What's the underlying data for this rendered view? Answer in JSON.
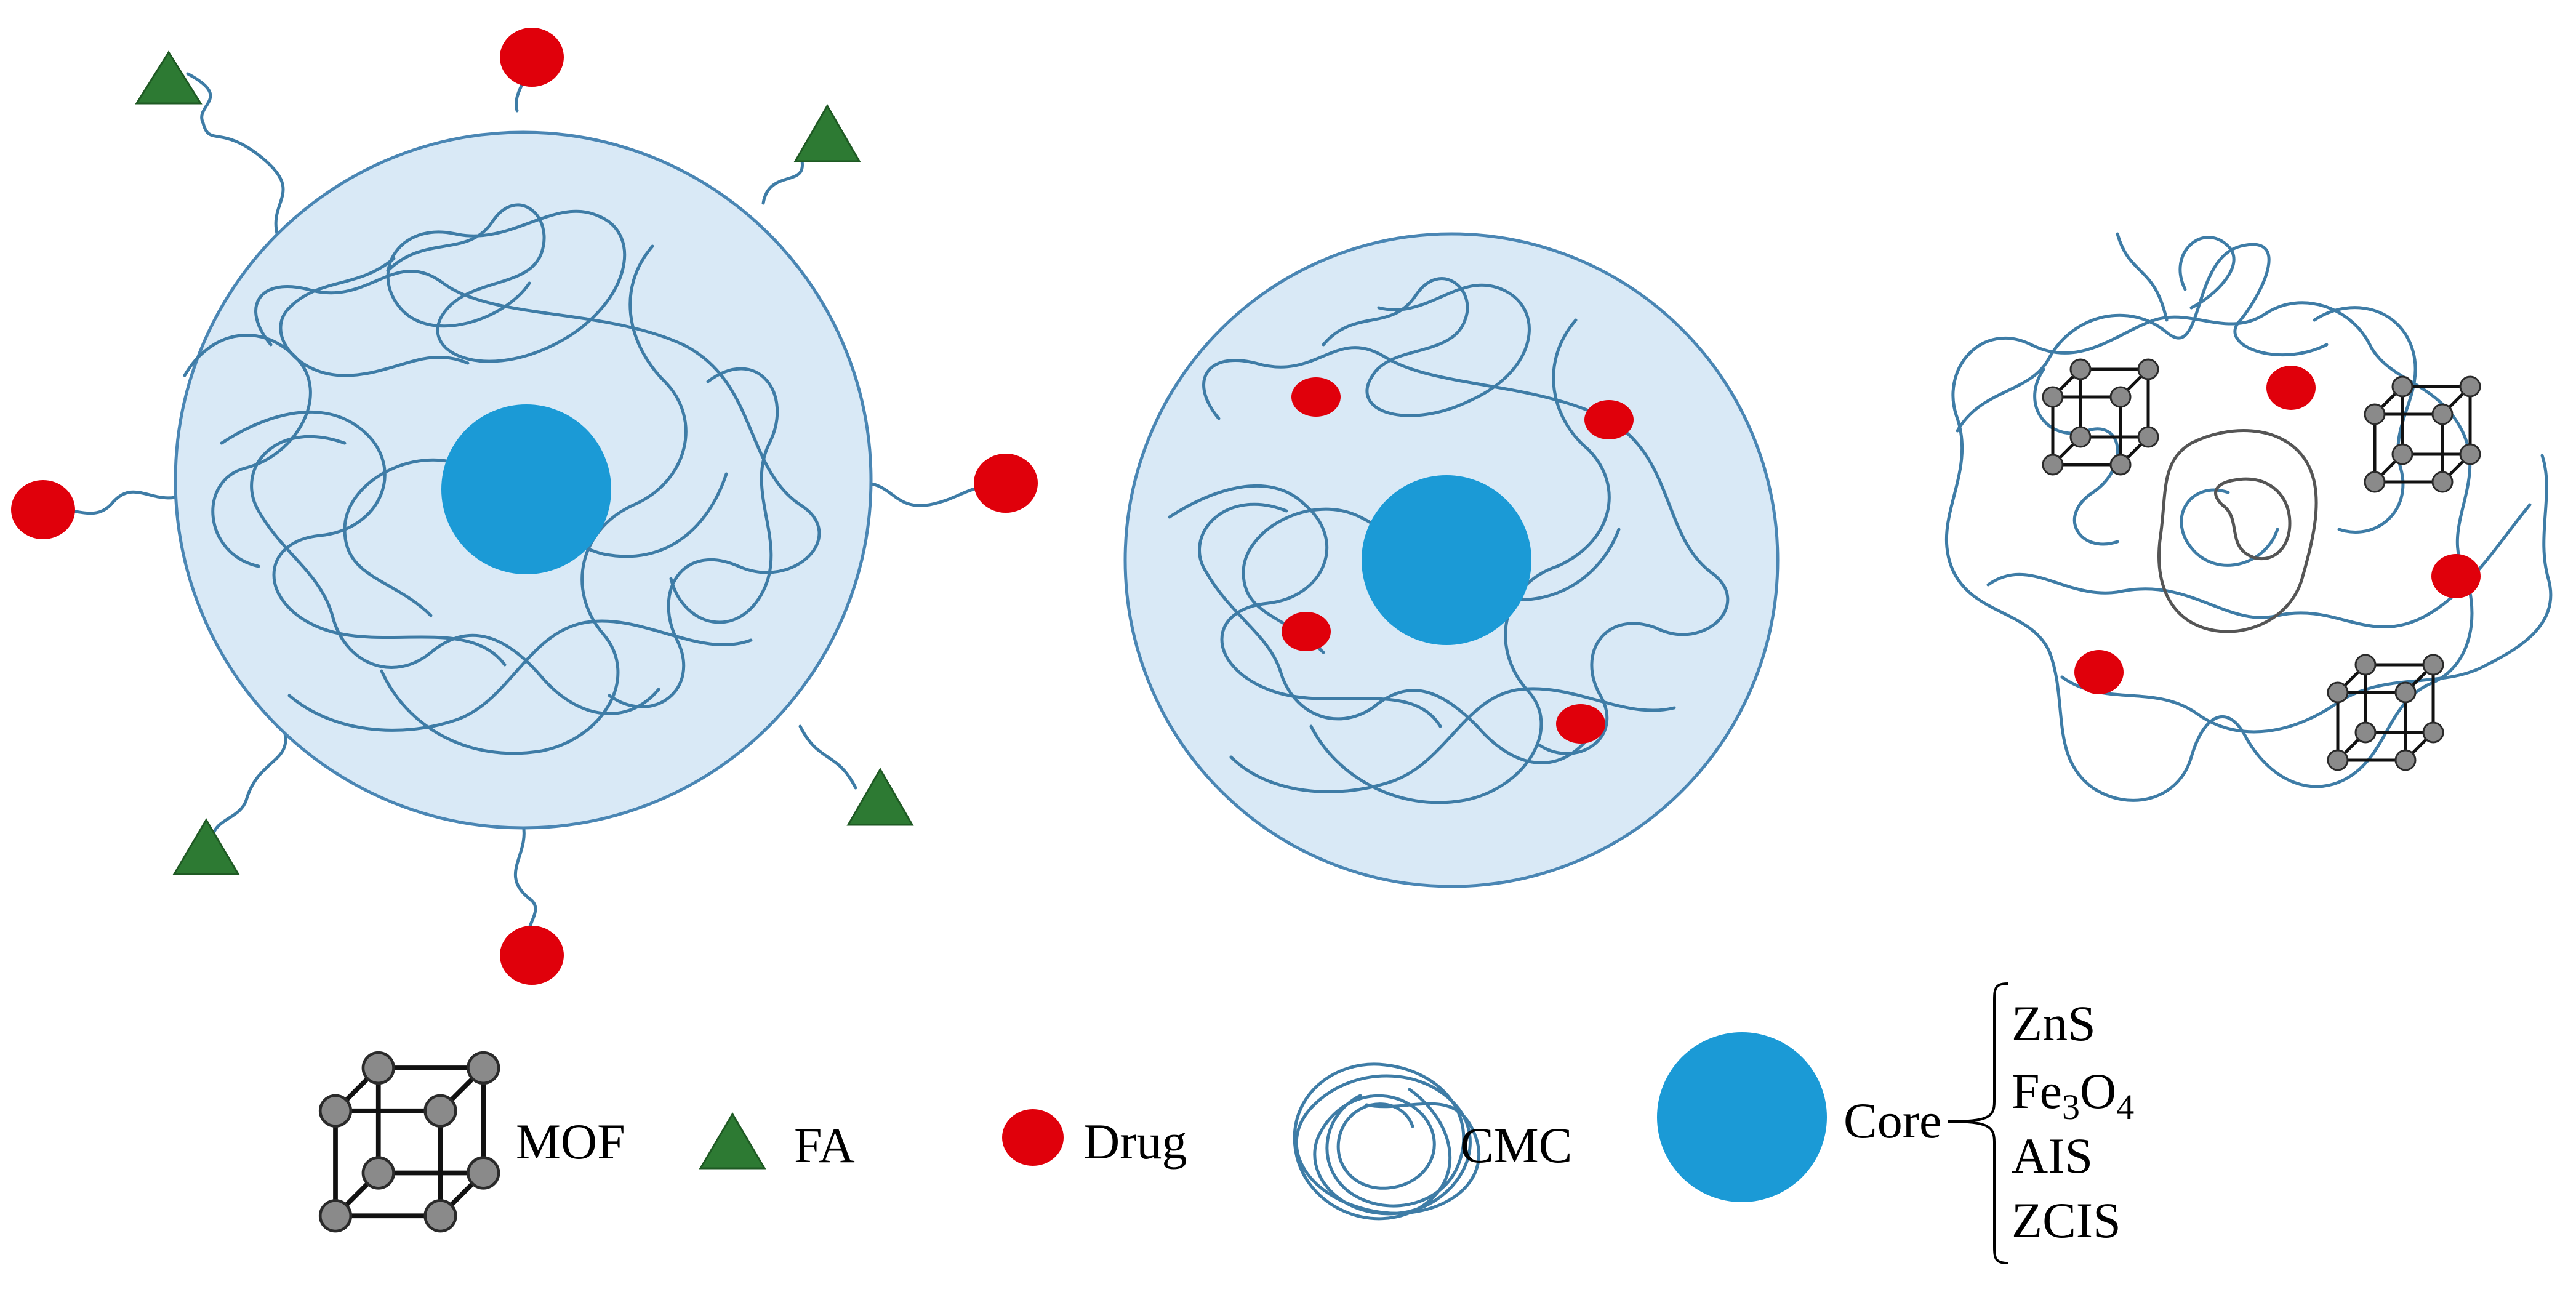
{
  "legend": {
    "mof_label": "MOF",
    "fa_label": "FA",
    "drug_label": "Drug",
    "cmc_label": "CMC",
    "core_label": "Core",
    "core_types": [
      "ZnS",
      "Fe3O4",
      "AIS",
      "ZCIS"
    ]
  },
  "colors": {
    "shell_fill": "#d9e9f6",
    "shell_stroke": "#4a86b4",
    "core": "#1b9ad6",
    "drug": "#e0000b",
    "fa": "#2d7a33",
    "chain": "#3e7ca6"
  }
}
